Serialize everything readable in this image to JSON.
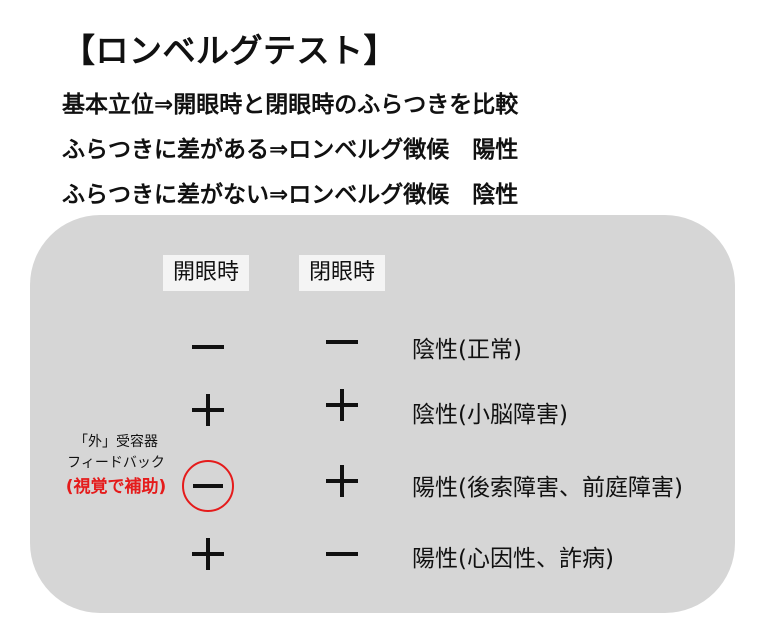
{
  "title": "【ロンベルグテスト】",
  "lines": [
    "基本立位⇒開眼時と閉眼時のふらつきを比較",
    "ふらつきに差がある⇒ロンベルグ徴候　陽性",
    "ふらつきに差がない⇒ロンベルグ徴候　陰性"
  ],
  "table": {
    "col_headers": [
      "開眼時",
      "閉眼時"
    ],
    "rows": [
      {
        "eyes_open": "−",
        "eyes_closed": "−",
        "result": "陰性(正常)"
      },
      {
        "eyes_open": "+",
        "eyes_closed": "+",
        "result": "陰性(小脳障害)"
      },
      {
        "eyes_open": "−",
        "eyes_closed": "+",
        "result": "陽性(後索障害、前庭障害)",
        "highlight": true
      },
      {
        "eyes_open": "+",
        "eyes_closed": "−",
        "result": "陽性(心因性、詐病)"
      }
    ]
  },
  "side_note": {
    "line1": "「外」受容器",
    "line2": "フィードバック",
    "line3": "(視覚で補助)"
  },
  "colors": {
    "panel": "#d6d6d6",
    "header_cell": "#f4f4f4",
    "highlight": "#e51b1b",
    "text": "#111111"
  }
}
